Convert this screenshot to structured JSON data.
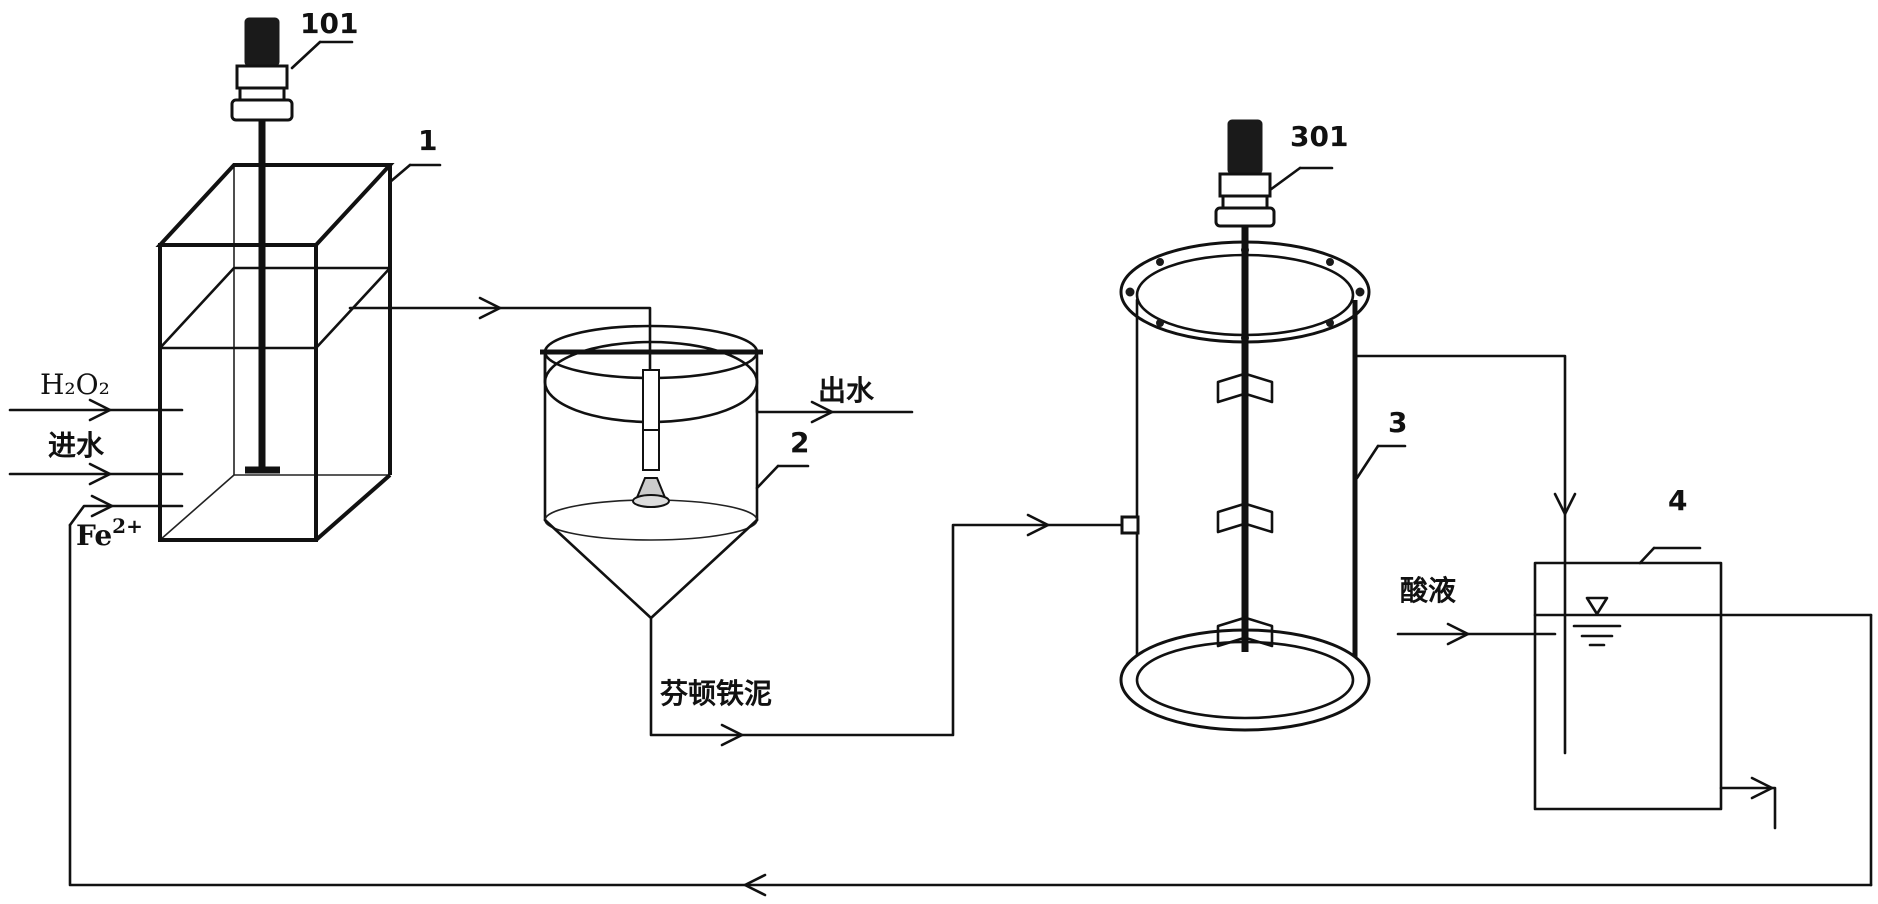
{
  "labels": {
    "tank1": "1",
    "settler2": "2",
    "reactor3": "3",
    "tank4": "4",
    "motor101": "101",
    "motor301": "301",
    "h2o2": "H₂O₂",
    "inlet_water": "进水",
    "fe2": "Fe",
    "fe2_sup": "2+",
    "outlet_water": "出水",
    "fenton_sludge": "芬顿铁泥",
    "acid": "酸液"
  }
}
